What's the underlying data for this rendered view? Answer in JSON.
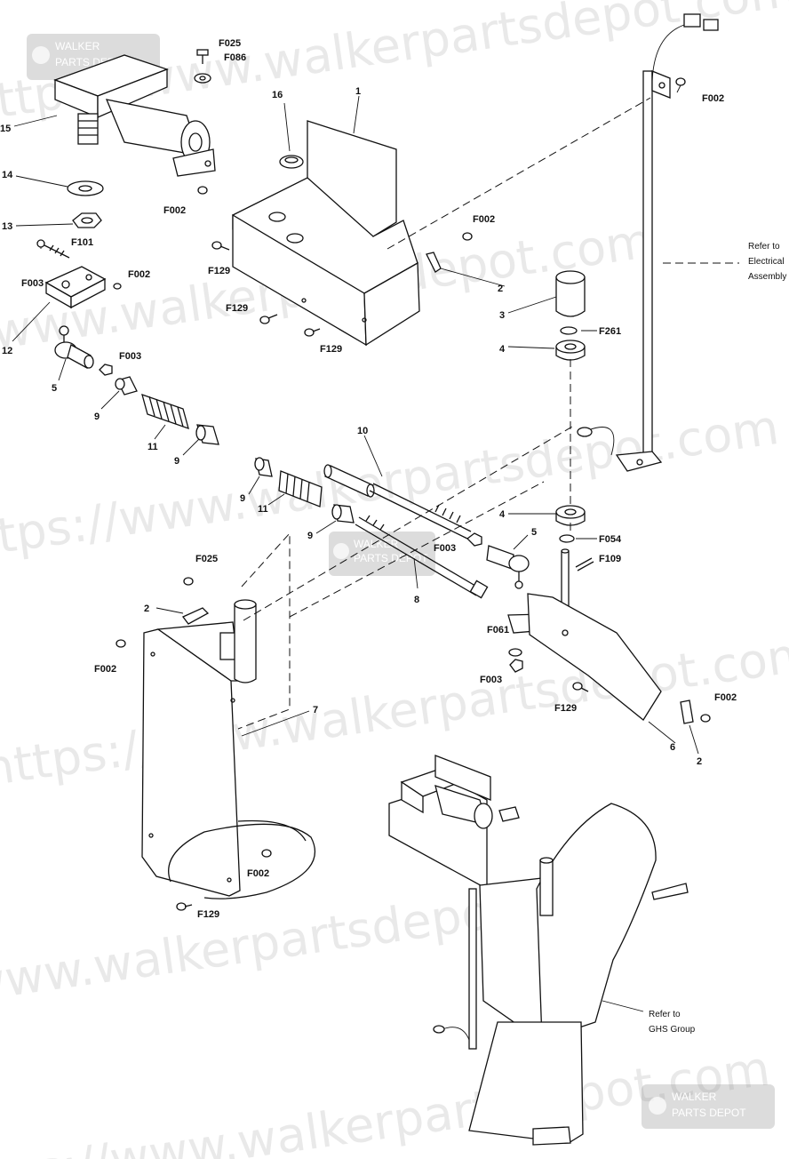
{
  "watermark": {
    "text_lines": [
      "https://www.walkerpartsdepot.com",
      "www.walkerpartsdepot.com",
      "https://www.walkerpartsdepot.com"
    ],
    "logo_text": "PARTS DEPOT",
    "logo_brand": "WALKER"
  },
  "callouts": {
    "c1": "1",
    "c2a": "2",
    "c2b": "2",
    "c2c": "2",
    "c3": "3",
    "c4a": "4",
    "c4b": "4",
    "c5a": "5",
    "c5b": "5",
    "c6": "6",
    "c7": "7",
    "c8": "8",
    "c9a": "9",
    "c9b": "9",
    "c9c": "9",
    "c9d": "9",
    "c10": "10",
    "c11a": "11",
    "c11b": "11",
    "c12": "12",
    "c13": "13",
    "c14": "14",
    "c15": "15",
    "c16": "16",
    "f025a": "F025",
    "f086": "F086",
    "f002a": "F002",
    "f002b": "F002",
    "f002c": "F002",
    "f002d": "F002",
    "f002e": "F002",
    "f002f": "F002",
    "f002g": "F002",
    "f101": "F101",
    "f003a": "F003",
    "f003b": "F003",
    "f003c": "F003",
    "f003d": "F003",
    "f129a": "F129",
    "f129b": "F129",
    "f129c": "F129",
    "f129d": "F129",
    "f129e": "F129",
    "f261": "F261",
    "f054": "F054",
    "f109": "F109",
    "f061": "F061",
    "f025b": "F025"
  },
  "notes": {
    "electrical_l1": "Refer to",
    "electrical_l2": "Electrical",
    "electrical_l3": "Assembly",
    "ghs_l1": "Refer to",
    "ghs_l2": "GHS Group"
  }
}
